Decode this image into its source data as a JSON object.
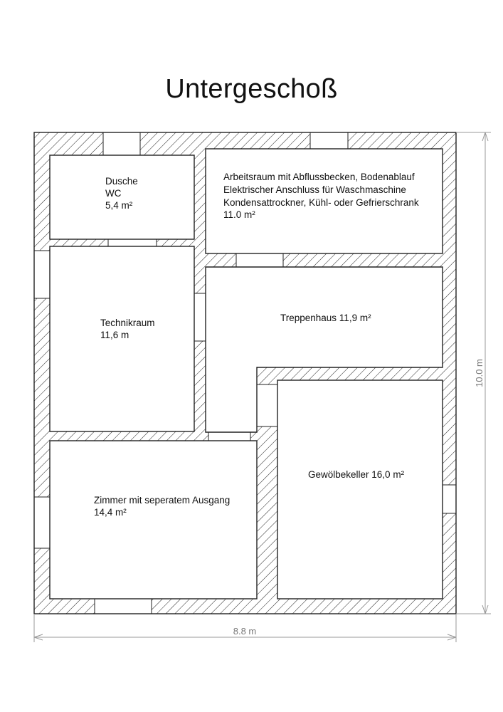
{
  "title": "Untergeschoß",
  "rooms": {
    "dusche": {
      "line1": "Dusche",
      "line2": "WC",
      "line3": "5,4 m²"
    },
    "arbeitsraum": {
      "line1": "Arbeitsraum mit Abflussbecken, Bodenablauf",
      "line2": "Elektrischer Anschluss für Waschmaschine",
      "line3": "Kondensattrockner, Kühl- oder Gefrierschrank",
      "line4": "11.0 m²"
    },
    "technikraum": {
      "line1": "Technikraum",
      "line2": "11,6 m"
    },
    "treppenhaus": {
      "line1": "Treppenhaus 11,9 m²"
    },
    "zimmer": {
      "line1": "Zimmer mit seperatem Ausgang",
      "line2": "14,4 m²"
    },
    "gewoelbekeller": {
      "line1": "Gewölbekeller 16,0 m²"
    }
  },
  "dimensions": {
    "width": "8.8 m",
    "height": "10.0 m"
  },
  "colors": {
    "line": "#222222",
    "dimension": "#9a9a9a"
  }
}
